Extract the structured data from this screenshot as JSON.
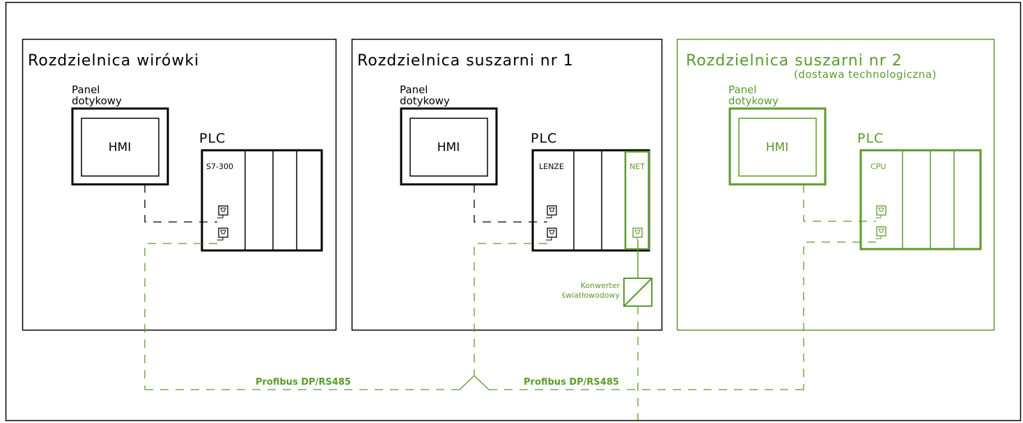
{
  "colors": {
    "black": "#000000",
    "green": "#5a9a2a",
    "background": "#ffffff"
  },
  "cabinets": {
    "c1": {
      "title": "Rozdzielnica wirówki",
      "panel_label_1": "Panel",
      "panel_label_2": "dotykowy",
      "hmi_label": "HMI",
      "plc_label": "PLC",
      "cpu_module_label": "S7-300"
    },
    "c2": {
      "title": "Rozdzielnica suszarni nr 1",
      "panel_label_1": "Panel",
      "panel_label_2": "dotykowy",
      "hmi_label": "HMI",
      "plc_label": "PLC",
      "cpu_module_label": "LENZE",
      "net_module_label": "NET",
      "converter_label_1": "Konwerter",
      "converter_label_2": "światłowodowy"
    },
    "c3": {
      "title": "Rozdzielnica suszarni nr 2",
      "subtitle": "(dostawa technologiczna)",
      "panel_label_1": "Panel",
      "panel_label_2": "dotykowy",
      "hmi_label": "HMI",
      "plc_label": "PLC",
      "cpu_module_label": "CPU"
    }
  },
  "bus": {
    "left_label": "Profibus DP/RS485",
    "right_label": "Profibus DP/RS485"
  }
}
